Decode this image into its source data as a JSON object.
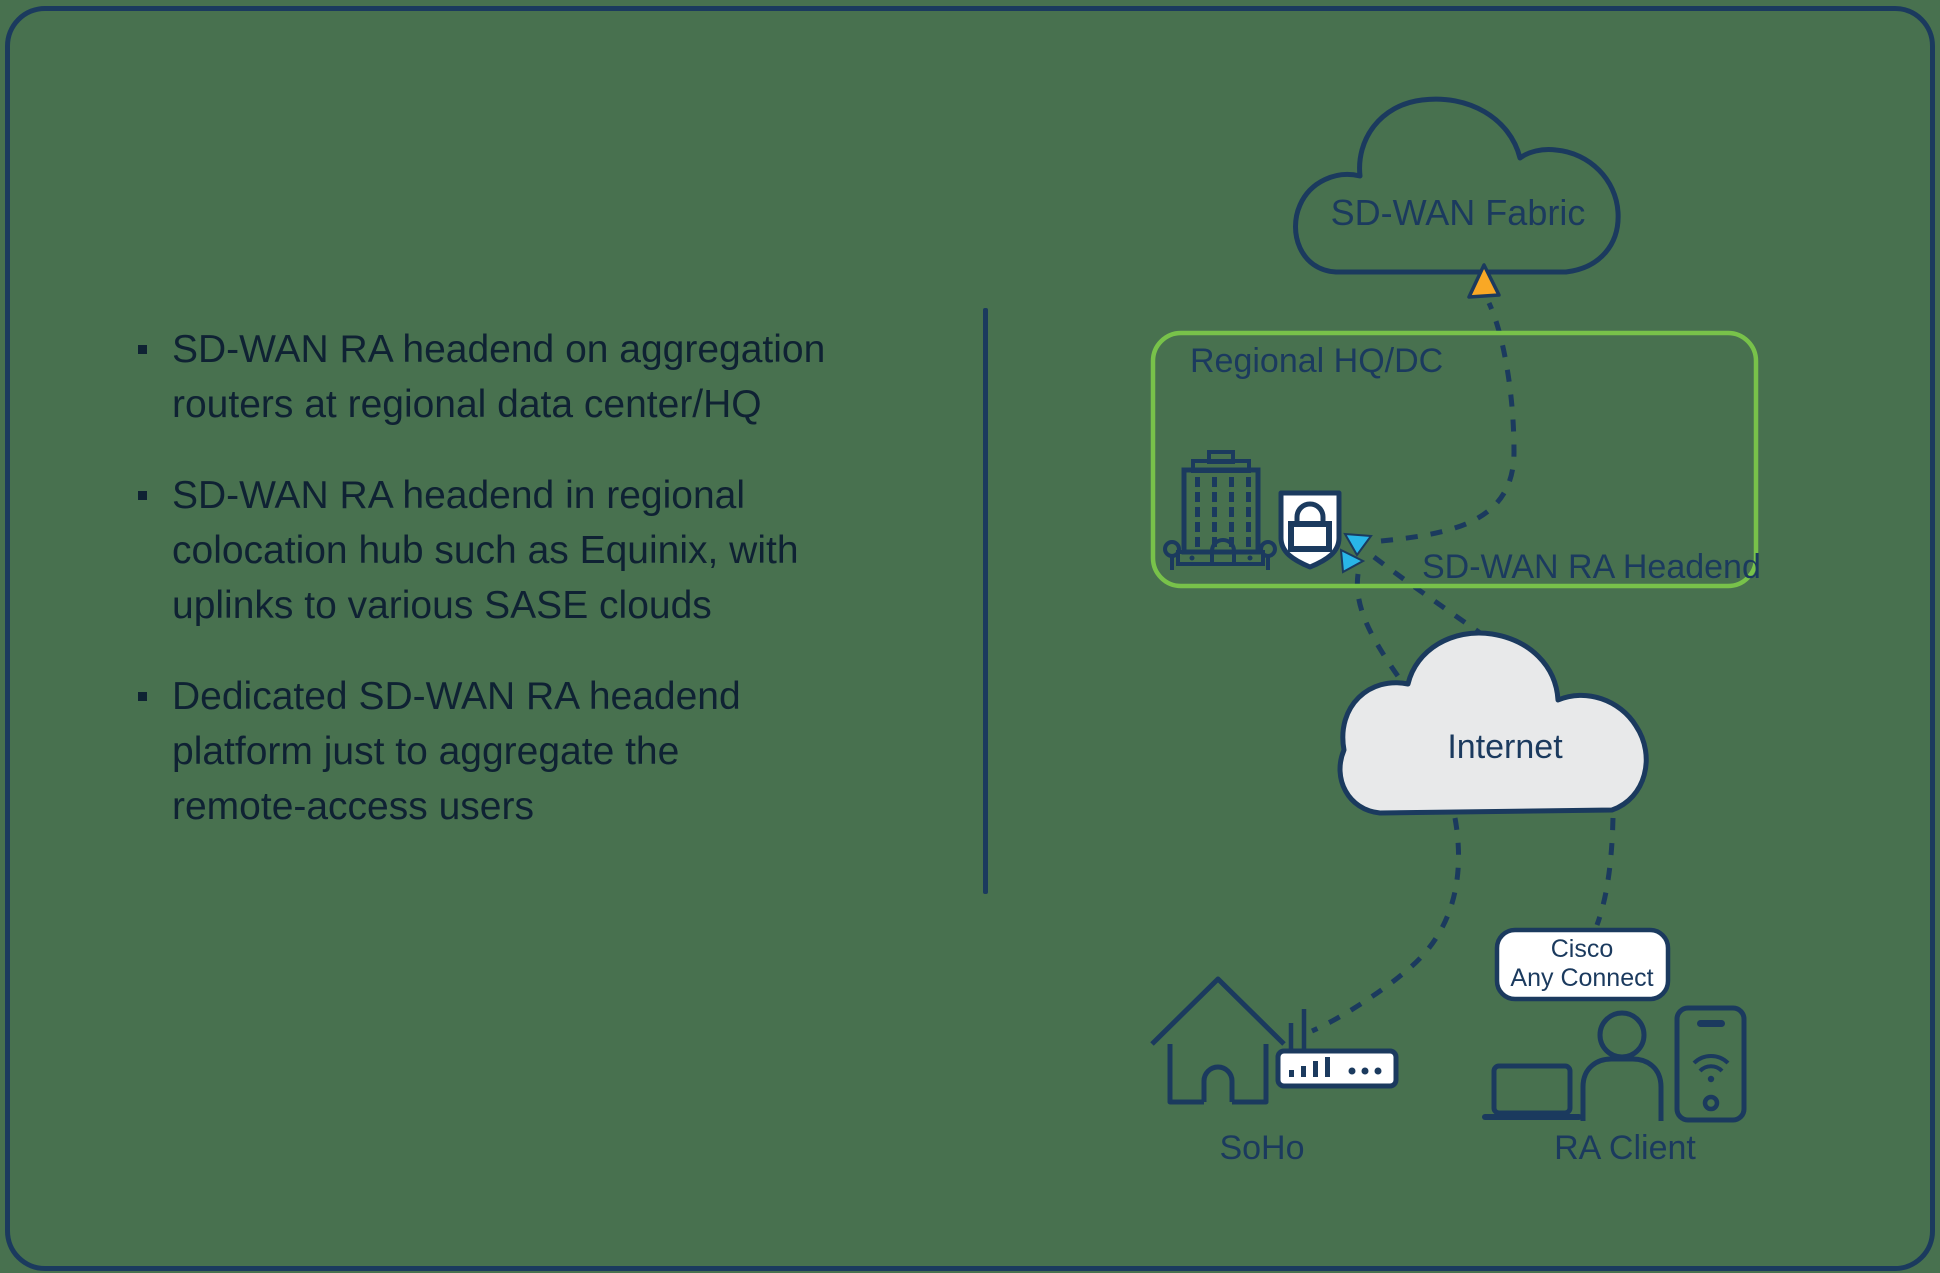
{
  "colors": {
    "background": "#48714F",
    "navy": "#1B3A5E",
    "bullet_text": "#0F2233",
    "lime_border": "#78C24A",
    "cyan_arrow": "#29B6E8",
    "orange_arrow": "#F9A825",
    "internet_cloud_fill": "#E8E9EA",
    "white": "#FFFFFF"
  },
  "bullets": [
    {
      "lines": [
        "SD-WAN RA headend on aggregation",
        "routers at regional data center/HQ"
      ]
    },
    {
      "lines": [
        "SD-WAN RA headend in regional",
        "colocation hub such as Equinix, with",
        "uplinks to various SASE clouds"
      ]
    },
    {
      "lines": [
        "Dedicated SD-WAN RA headend",
        "platform just to aggregate the",
        "remote-access users"
      ]
    }
  ],
  "diagram": {
    "fabric_label": "SD-WAN Fabric",
    "regional_label": "Regional HQ/DC",
    "headend_label": "SD-WAN RA Headend",
    "internet_label": "Internet",
    "soho_label": "SoHo",
    "ra_client_label": "RA Client",
    "anyconnect_line1": "Cisco",
    "anyconnect_line2": "Any Connect"
  }
}
